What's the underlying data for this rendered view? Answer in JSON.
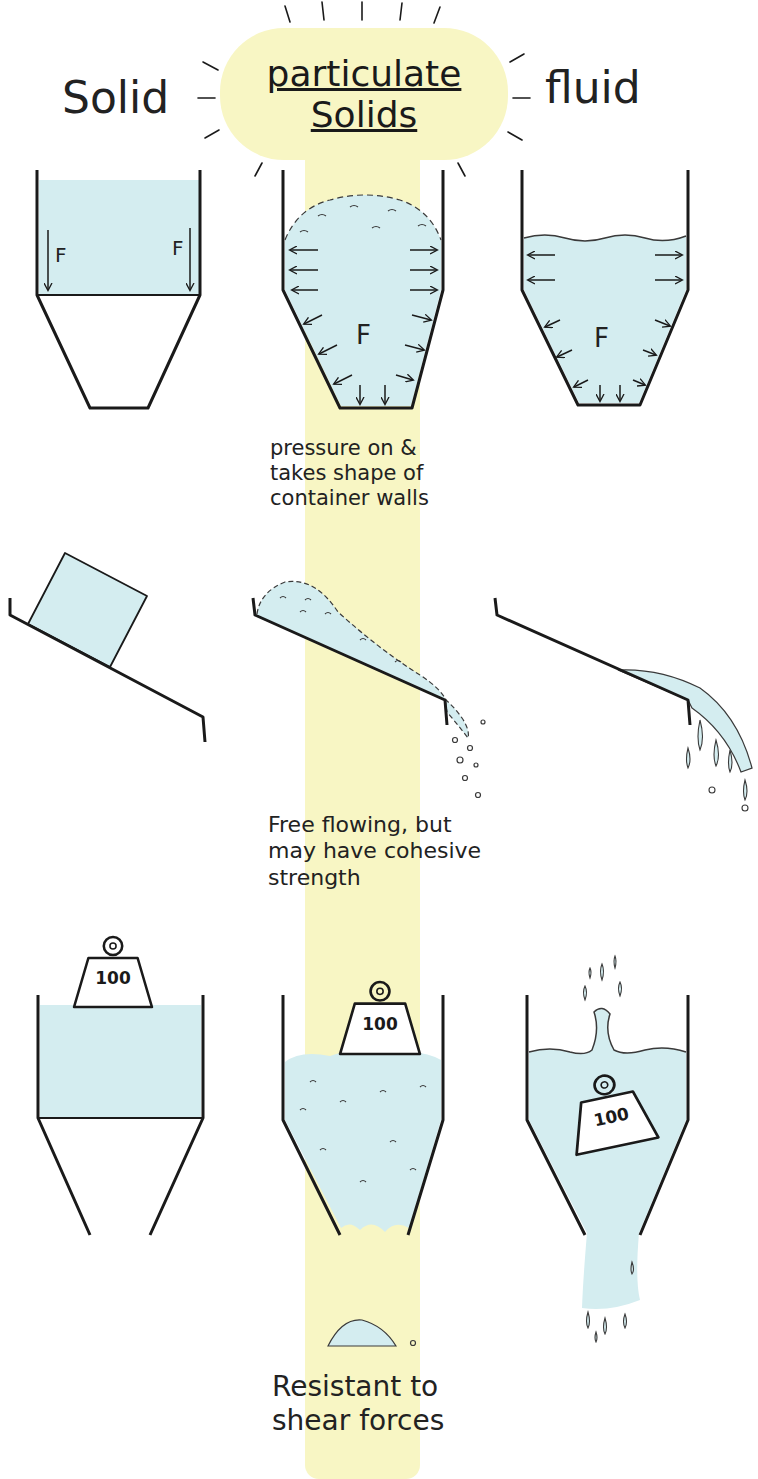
{
  "diagram": {
    "nodes": [
      {
        "text": [
          "particulate Solids"
        ]
      },
      {
        "text": [
          "100"
        ]
      },
      {
        "text": [
          "100"
        ]
      },
      {
        "text": [
          "100"
        ]
      }
    ],
    "labels": [
      "Solid",
      "fluid",
      "F",
      "F",
      "F",
      "F",
      "pressure on & takes shape of container walls",
      "Free flowing, but may have cohesive strength",
      "Resistant to shear forces"
    ]
  }
}
